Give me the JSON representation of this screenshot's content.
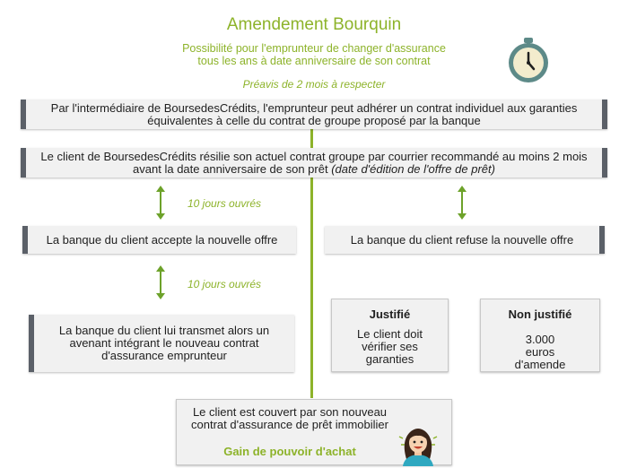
{
  "header": {
    "title": "Amendement Bourquin",
    "subtitle_line1": "Possibilité pour l'emprunteur de changer d'assurance",
    "subtitle_line2": "tous les ans à date anniversaire de son contrat",
    "preavis": "Préavis de 2 mois à respecter"
  },
  "steps": {
    "intermediaire": "Par l'intermédiaire de BoursedesCrédits, l'emprunteur peut adhérer un contrat individuel aux garanties équivalentes à celle du contrat de groupe proposé par la banque",
    "resiliation_main": "Le client de BoursedesCrédits résilie son actuel contrat groupe par courrier recommandé au moins 2 mois avant la date anniversaire de son prêt",
    "resiliation_note": "(date d'édition de l'offre de prêt)"
  },
  "delays": {
    "first": "10 jours ouvrés",
    "second": "10 jours ouvrés"
  },
  "left_branch": {
    "accepte": "La banque du client accepte la nouvelle offre",
    "avenant": "La banque du client lui transmet alors un avenant intégrant le nouveau contrat d'assurance emprunteur"
  },
  "right_branch": {
    "refuse": "La banque du client refuse la nouvelle offre",
    "justifie_title": "Justifié",
    "justifie_text": "Le client doit vérifier ses garanties",
    "non_justifie_title": "Non justifié",
    "non_justifie_text": "3.000 euros d'amende"
  },
  "result": {
    "text": "Le client est couvert par son nouveau contrat d'assurance de prêt immobilier",
    "gain": "Gain de pouvoir d'achat"
  },
  "icons": {
    "clock": "stopwatch-icon",
    "avatar": "smiling-woman-avatar"
  },
  "colors": {
    "accent_green": "#8db32a",
    "ribbon_gray": "#5b6068",
    "clock_teal": "#5d8a88"
  }
}
